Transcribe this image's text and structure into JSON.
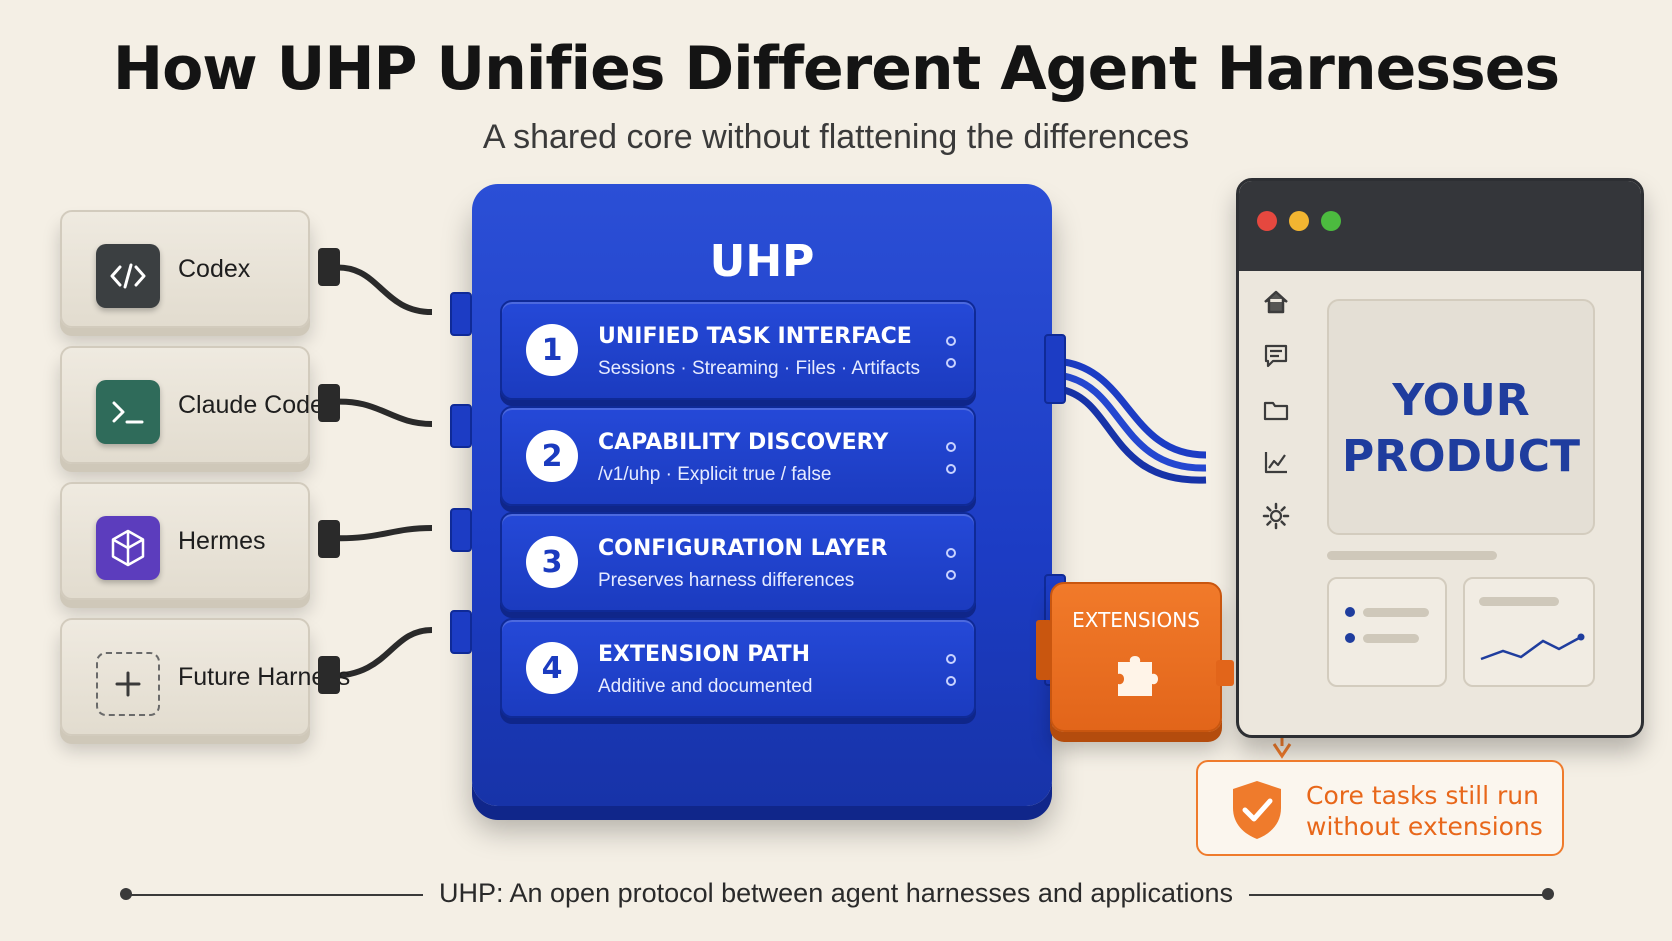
{
  "title": "How UHP Unifies Different Agent Harnesses",
  "subtitle": "A shared core without flattening the differences",
  "harnesses": [
    {
      "label": "Codex",
      "icon": "code-brackets-icon",
      "color": "#3b3f41"
    },
    {
      "label": "Claude Code",
      "icon": "terminal-icon",
      "color": "#2f6b5a"
    },
    {
      "label": "Hermes",
      "icon": "hexagon-cube-icon",
      "color": "#5c3dbd"
    },
    {
      "label": "Future Harness",
      "icon": "plus-icon",
      "color": "#e8e2d6"
    }
  ],
  "uhp": {
    "title": "UHP",
    "layers": [
      {
        "num": "1",
        "title": "UNIFIED TASK INTERFACE",
        "subtitle": "Sessions · Streaming · Files · Artifacts"
      },
      {
        "num": "2",
        "title": "CAPABILITY DISCOVERY",
        "subtitle": "/v1/uhp · Explicit true / false"
      },
      {
        "num": "3",
        "title": "CONFIGURATION LAYER",
        "subtitle": "Preserves harness differences"
      },
      {
        "num": "4",
        "title": "EXTENSION PATH",
        "subtitle": "Additive and documented"
      }
    ]
  },
  "product": {
    "line1": "YOUR",
    "line2": "PRODUCT",
    "nav_icons": [
      "home-icon",
      "chat-icon",
      "folder-icon",
      "chart-icon",
      "gear-icon"
    ]
  },
  "extensions": {
    "label": "EXTENSIONS",
    "icon": "puzzle-icon"
  },
  "note": {
    "line1": "Core tasks still run",
    "line2": "without extensions",
    "icon": "shield-check-icon"
  },
  "footer": "UHP:  An open protocol between agent harnesses and applications",
  "colors": {
    "uhp_blue": "#1c3cc4",
    "accent_orange": "#ef7b2c",
    "product_blue": "#1f3d9e",
    "background": "#f4efe5"
  }
}
